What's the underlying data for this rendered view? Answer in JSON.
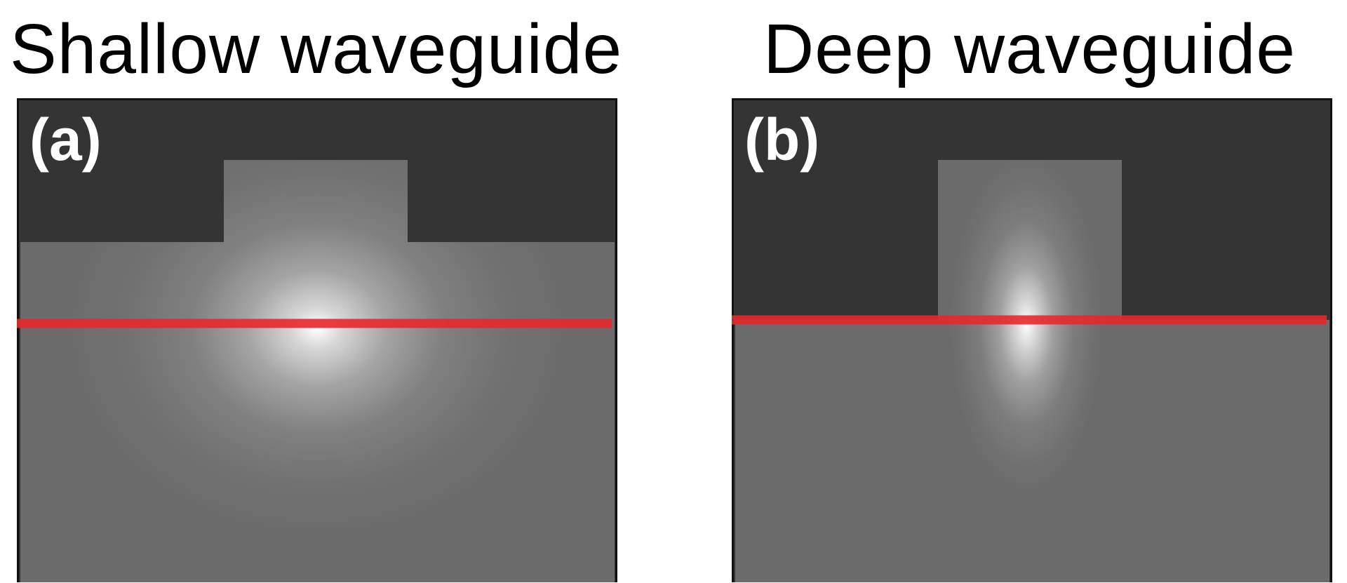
{
  "figure": {
    "panels": [
      {
        "title": "Shallow waveguide",
        "label": "(a)",
        "structure": "shallow"
      },
      {
        "title": "Deep waveguide",
        "label": "(b)",
        "structure": "deep"
      }
    ],
    "colors": {
      "cladding": "#343434",
      "guiding_material": "#6c6c6c",
      "border": "#111111",
      "mode_peak": "#ffffff",
      "cut_line": "#e8282e",
      "label_text": "#ffffff",
      "title_text": "#000000"
    }
  }
}
